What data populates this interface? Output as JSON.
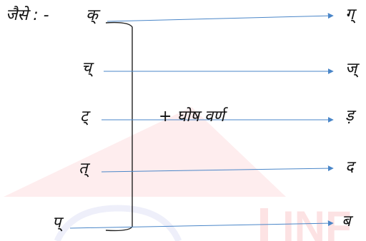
{
  "diagram": {
    "prefix": "जैसे : -",
    "annotation": "+ घोष वर्ण",
    "rows": [
      {
        "from": "क्",
        "to": "ग्"
      },
      {
        "from": "च्",
        "to": "ज्"
      },
      {
        "from": "ट्",
        "to": "ड़"
      },
      {
        "from": "त्",
        "to": "द"
      },
      {
        "from": "प्",
        "to": "ब"
      }
    ],
    "colors": {
      "arrow": "#4a86c8",
      "bracket": "#222222",
      "watermark_red": "#ee1c24",
      "watermark_blue": "#5a5fd0",
      "text": "#111111"
    },
    "watermark": {
      "text": "INF"
    }
  }
}
